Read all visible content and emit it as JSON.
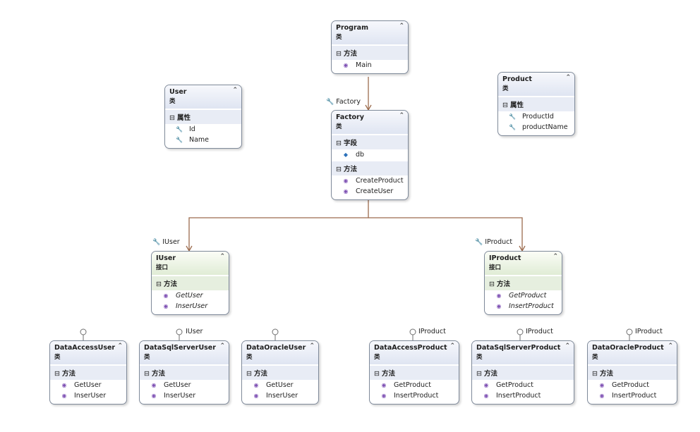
{
  "colors": {
    "connector": "#9c6b4d",
    "border": "#7f8a9a",
    "lollipop": "#6f6f6f"
  },
  "boxes": {
    "program": {
      "name": "Program",
      "kind": "类",
      "sections": [
        {
          "title": "方法",
          "members": [
            {
              "icon": "method-icon",
              "text": "Main"
            }
          ]
        }
      ]
    },
    "user": {
      "name": "User",
      "kind": "类",
      "sections": [
        {
          "title": "属性",
          "members": [
            {
              "icon": "property-icon",
              "text": "Id"
            },
            {
              "icon": "property-icon",
              "text": "Name"
            }
          ]
        }
      ]
    },
    "factory": {
      "name": "Factory",
      "kind": "类",
      "sections": [
        {
          "title": "字段",
          "members": [
            {
              "icon": "field-icon",
              "text": "db"
            }
          ]
        },
        {
          "title": "方法",
          "members": [
            {
              "icon": "method-icon",
              "text": "CreateProduct"
            },
            {
              "icon": "method-icon",
              "text": "CreateUser"
            }
          ]
        }
      ]
    },
    "product": {
      "name": "Product",
      "kind": "类",
      "sections": [
        {
          "title": "属性",
          "members": [
            {
              "icon": "property-icon",
              "text": "ProductId"
            },
            {
              "icon": "property-icon",
              "text": "productName"
            }
          ]
        }
      ]
    },
    "iuser": {
      "name": "IUser",
      "kind": "接口",
      "sections": [
        {
          "title": "方法",
          "members": [
            {
              "icon": "method-icon",
              "text": "GetUser"
            },
            {
              "icon": "method-icon",
              "text": "InserUser"
            }
          ]
        }
      ]
    },
    "iproduct": {
      "name": "IProduct",
      "kind": "接口",
      "sections": [
        {
          "title": "方法",
          "members": [
            {
              "icon": "method-icon",
              "text": "GetProduct"
            },
            {
              "icon": "method-icon",
              "text": "InsertProduct"
            }
          ]
        }
      ]
    },
    "dataAccessUser": {
      "name": "DataAccessUser",
      "kind": "类",
      "sections": [
        {
          "title": "方法",
          "members": [
            {
              "icon": "method-icon",
              "text": "GetUser"
            },
            {
              "icon": "method-icon",
              "text": "InserUser"
            }
          ]
        }
      ]
    },
    "dataSqlServerUser": {
      "name": "DataSqlServerUser",
      "kind": "类",
      "sections": [
        {
          "title": "方法",
          "members": [
            {
              "icon": "method-icon",
              "text": "GetUser"
            },
            {
              "icon": "method-icon",
              "text": "InserUser"
            }
          ]
        }
      ]
    },
    "dataOracleUser": {
      "name": "DataOracleUser",
      "kind": "类",
      "sections": [
        {
          "title": "方法",
          "members": [
            {
              "icon": "method-icon",
              "text": "GetUser"
            },
            {
              "icon": "method-icon",
              "text": "InserUser"
            }
          ]
        }
      ]
    },
    "dataAccessProduct": {
      "name": "DataAccessProduct",
      "kind": "类",
      "sections": [
        {
          "title": "方法",
          "members": [
            {
              "icon": "method-icon",
              "text": "GetProduct"
            },
            {
              "icon": "method-icon",
              "text": "InsertProduct"
            }
          ]
        }
      ]
    },
    "dataSqlServerProduct": {
      "name": "DataSqlServerProduct",
      "kind": "类",
      "sections": [
        {
          "title": "方法",
          "members": [
            {
              "icon": "method-icon",
              "text": "GetProduct"
            },
            {
              "icon": "method-icon",
              "text": "InsertProduct"
            }
          ]
        }
      ]
    },
    "dataOracleProduct": {
      "name": "DataOracleProduct",
      "kind": "类",
      "sections": [
        {
          "title": "方法",
          "members": [
            {
              "icon": "method-icon",
              "text": "GetProduct"
            },
            {
              "icon": "method-icon",
              "text": "InsertProduct"
            }
          ]
        }
      ]
    }
  },
  "association_labels": {
    "factory": "Factory",
    "iuser": "IUser",
    "iproduct": "IProduct"
  },
  "lollipop_labels": {
    "dataSqlServerUser": "IUser",
    "dataAccessProduct": "IProduct",
    "dataSqlServerProduct": "IProduct",
    "dataOracleProduct": "IProduct"
  }
}
